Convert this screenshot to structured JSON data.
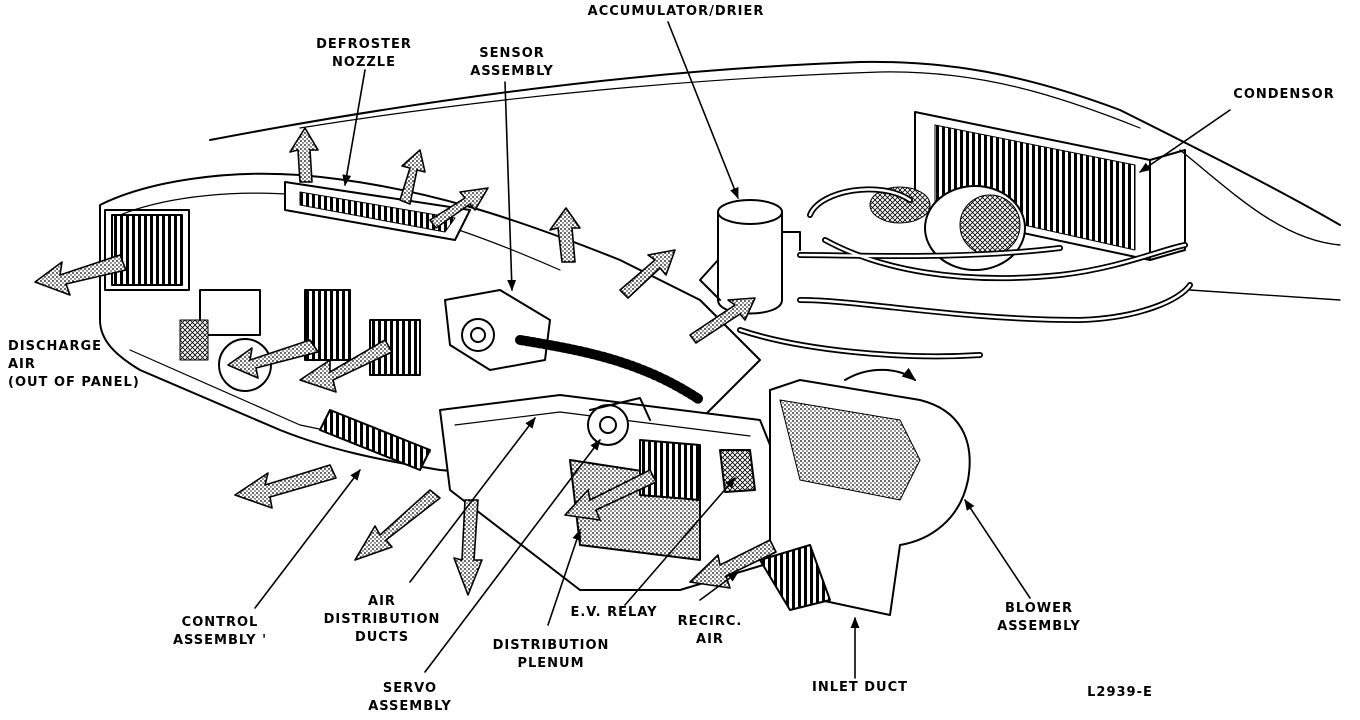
{
  "diagram": {
    "labels": {
      "accumulator": "ACCUMULATOR/DRIER",
      "defroster": [
        "DEFROSTER",
        "NOZZLE"
      ],
      "sensor": [
        "SENSOR",
        "ASSEMBLY"
      ],
      "condensor": "CONDENSOR",
      "discharge": [
        "DISCHARGE",
        "AIR",
        "(OUT OF PANEL)"
      ],
      "control": [
        "CONTROL",
        "ASSEMBLY '"
      ],
      "air_ducts": [
        "AIR",
        "DISTRIBUTION",
        "DUCTS"
      ],
      "servo": [
        "SERVO",
        "ASSEMBLY"
      ],
      "plenum": [
        "DISTRIBUTION",
        "PLENUM"
      ],
      "ev_relay": "E.V. RELAY",
      "recirc": [
        "RECIRC.",
        "AIR"
      ],
      "inlet": "INLET DUCT",
      "blower": [
        "BLOWER",
        "ASSEMBLY"
      ],
      "figure_id": "L2939-E"
    },
    "colors": {
      "ink": "#000000",
      "paper": "#ffffff"
    }
  }
}
